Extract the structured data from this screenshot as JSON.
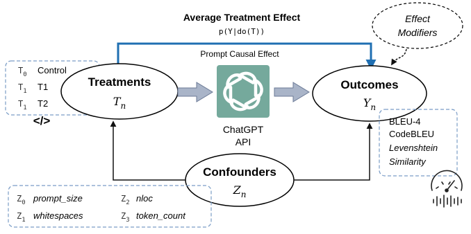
{
  "average_effect": {
    "title": "Average Treatment Effect",
    "formula": "p(Y|do(T))"
  },
  "prompt_causal_effect": "Prompt Causal Effect",
  "effect_modifiers": {
    "line1": "Effect",
    "line2": "Modifiers"
  },
  "treatments": {
    "title": "Treatments",
    "var": "T",
    "sub": "n",
    "items": [
      {
        "sym": "T",
        "sub": "0",
        "label": "Control"
      },
      {
        "sym": "T",
        "sub": "1",
        "label": "T1"
      },
      {
        "sym": "T",
        "sub": "1",
        "label": "T2"
      }
    ]
  },
  "code_icon": "</>",
  "chatgpt": {
    "line1": "ChatGPT",
    "line2": "API",
    "icon": "openai-logo-icon",
    "color": "#75a99c"
  },
  "outcomes": {
    "title": "Outcomes",
    "var": "Y",
    "sub": "n",
    "metrics": [
      "BLEU-4",
      "CodeBLEU",
      "Levenshtein",
      "Similarity"
    ]
  },
  "confounders": {
    "title": "Confounders",
    "var": "Z",
    "sub": "n",
    "items": [
      {
        "sym": "Z",
        "sub": "0",
        "label": "prompt_size"
      },
      {
        "sym": "Z",
        "sub": "2",
        "label": "nloc"
      },
      {
        "sym": "Z",
        "sub": "1",
        "label": "whitespaces"
      },
      {
        "sym": "Z",
        "sub": "3",
        "label": "token_count"
      }
    ]
  },
  "colors": {
    "ate_arrow": "#1f6fb2",
    "dashed_border": "#7a9cc6",
    "block_arrow": "#a9b4c8",
    "gauge_icon": "speedometer-icon"
  }
}
